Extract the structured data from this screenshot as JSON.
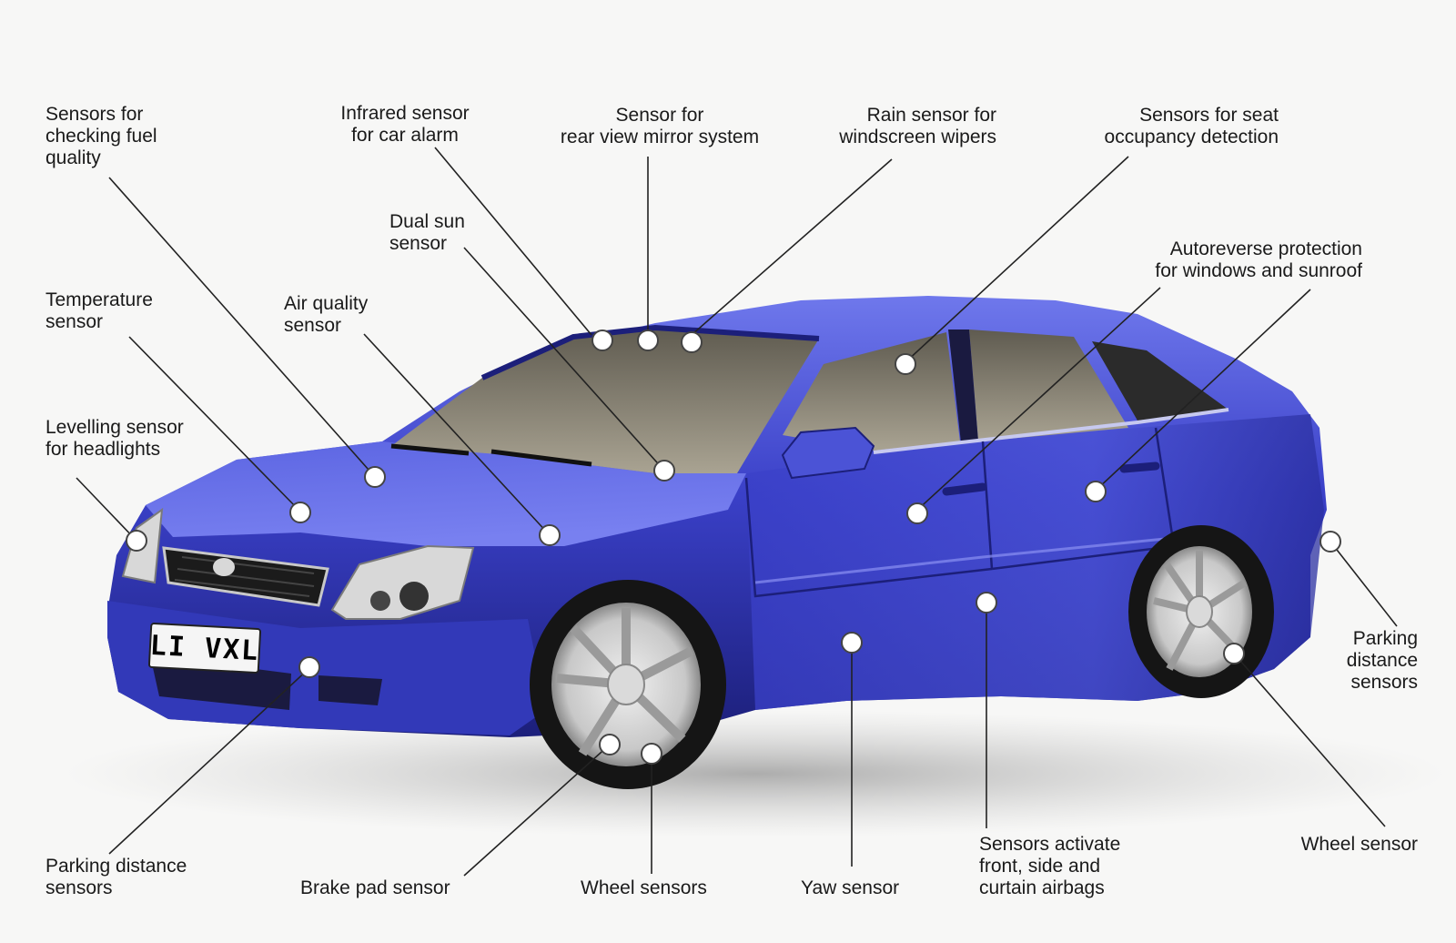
{
  "colors": {
    "body_light": "#6f78ec",
    "body_main": "#3a40c8",
    "body_dark": "#1c1f7a",
    "glass": "#8a8576",
    "leader_line": "#222222",
    "marker_fill": "#ffffff",
    "background": "#f7f7f6"
  },
  "car": {
    "plate": "LI VXL"
  },
  "labels": [
    {
      "id": "fuel-quality",
      "text": "Sensors for\nchecking fuel\nquality"
    },
    {
      "id": "infrared-alarm",
      "text": "Infrared sensor\nfor car alarm"
    },
    {
      "id": "rear-view-mirror",
      "text": "Sensor for\nrear view mirror system"
    },
    {
      "id": "rain-sensor",
      "text": "Rain sensor for\nwindscreen wipers"
    },
    {
      "id": "seat-occupancy",
      "text": "Sensors for seat\noccupancy detection"
    },
    {
      "id": "dual-sun",
      "text": "Dual sun\nsensor"
    },
    {
      "id": "autoreverse",
      "text": "Autoreverse protection\nfor windows and sunroof"
    },
    {
      "id": "temperature",
      "text": "Temperature\nsensor"
    },
    {
      "id": "air-quality",
      "text": "Air quality\nsensor"
    },
    {
      "id": "levelling",
      "text": "Levelling sensor\nfor headlights"
    },
    {
      "id": "parking-rear",
      "text": "Parking\ndistance\nsensors"
    },
    {
      "id": "parking-front",
      "text": "Parking distance\nsensors"
    },
    {
      "id": "brake-pad",
      "text": "Brake pad sensor"
    },
    {
      "id": "wheel-sensors",
      "text": "Wheel sensors"
    },
    {
      "id": "yaw",
      "text": "Yaw sensor"
    },
    {
      "id": "airbags",
      "text": "Sensors activate\nfront, side and\ncurtain airbags"
    },
    {
      "id": "wheel-sensor-rear",
      "text": "Wheel sensor"
    }
  ]
}
